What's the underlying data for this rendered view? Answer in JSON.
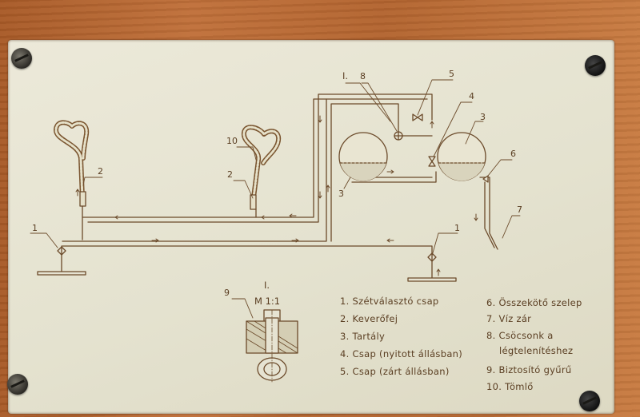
{
  "section": {
    "marker": "I.",
    "scale": "M 1:1"
  },
  "callouts": [
    "1",
    "2",
    "3",
    "4",
    "5",
    "6",
    "7",
    "8",
    "9",
    "10"
  ],
  "legend": {
    "left": [
      "1. Szétválasztó csap",
      "2. Keverőfej",
      "3. Tartály",
      "4. Csap (nyitott állásban)",
      "5. Csap (zárt állásban)"
    ],
    "right": [
      "6. Összekötő szelep",
      "7. Víz zár",
      "8. Csöcsonk a",
      "légtelenítéshez",
      "9. Biztosító gyűrű",
      "10. Tömlő"
    ]
  },
  "colors": {
    "ink": "#6b4a2a",
    "plate": "#e6e3d2",
    "tank_fill": "#d9d4bd"
  }
}
